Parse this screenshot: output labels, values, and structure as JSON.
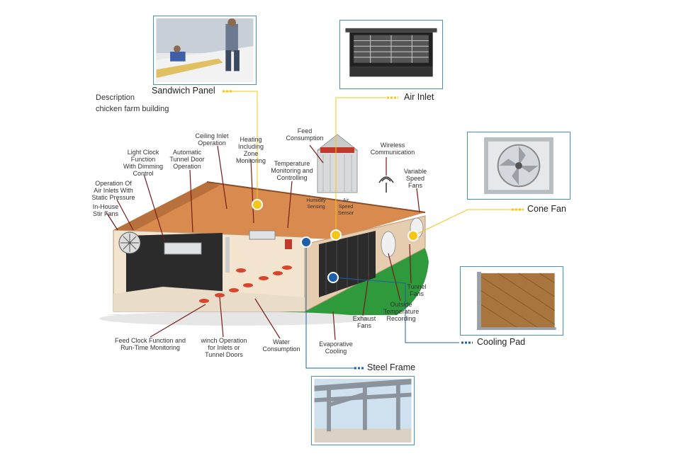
{
  "description": {
    "line1": "Description",
    "line2": "chicken farm building"
  },
  "callouts": {
    "sandwich_panel": "Sandwich Panel",
    "air_inlet": "Air Inlet",
    "cone_fan": "Cone Fan",
    "cooling_pad": "Cooling Pad",
    "steel_frame": "Steel Frame"
  },
  "labels": {
    "ceiling_inlet": [
      "Ceiling Inlet",
      "Operation"
    ],
    "heating": [
      "Heating",
      "Including",
      "Zone",
      "Monitoring"
    ],
    "feed_consumption": [
      "Feed",
      "Consumption"
    ],
    "wireless": [
      "Wireless",
      "Communication"
    ],
    "light_clock": [
      "Light Clock",
      "Function",
      "With Dimming",
      "Control"
    ],
    "auto_tunnel": [
      "Automatic",
      "Tunnel Door",
      "Operation"
    ],
    "temp_monitor": [
      "Temperature",
      "Monitoring and",
      "Controlling"
    ],
    "variable_speed": [
      "Variable",
      "Speed",
      "Fans"
    ],
    "air_inlets_static": [
      "Operation Of",
      "Air Inlets With",
      "Static Pressure"
    ],
    "in_house_stir": [
      "In-House",
      "Stir Fans"
    ],
    "humidity": [
      "Humidity",
      "Sensing"
    ],
    "air_speed": [
      "Air",
      "Speed",
      "Sensor"
    ],
    "tunnel_fans": [
      "Tunnel",
      "Fans"
    ],
    "outside_temp": [
      "Outside",
      "Temperature",
      "Recording"
    ],
    "exhaust_fans": [
      "Exhaust",
      "Fans"
    ],
    "feed_clock": [
      "Feed Clock Function and",
      "Run-Time Monitoring"
    ],
    "winch": [
      "winch Operation",
      "for Inlets or",
      "Tunnel Doors"
    ],
    "water": [
      "Water",
      "Consumption"
    ],
    "evap": [
      "Evaporative",
      "Cooling"
    ]
  },
  "colors": {
    "accent_yellow": "#f5c518",
    "accent_blue": "#1f5fa8",
    "roof": "#d98a4e",
    "wall": "#e6cdb0",
    "grass": "#2f9a3c"
  }
}
